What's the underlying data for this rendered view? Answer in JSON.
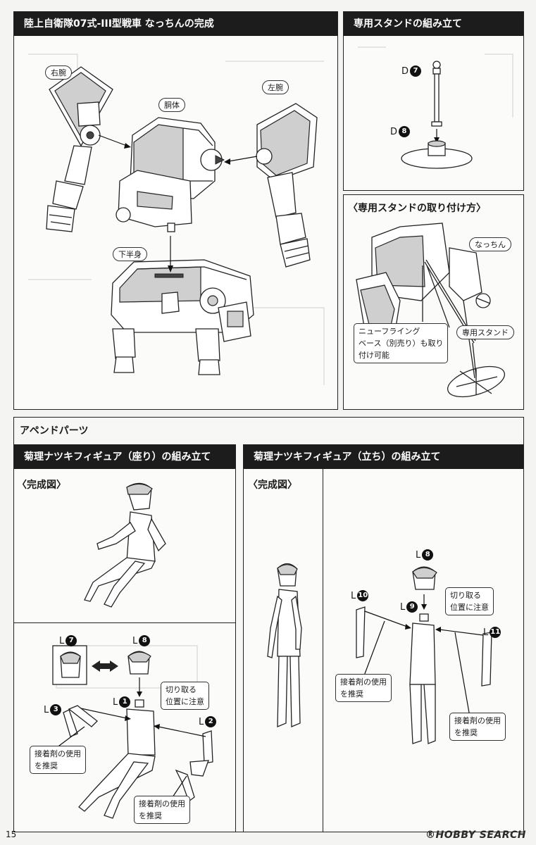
{
  "panels": {
    "completion": {
      "title": "陸上自衛隊07式-III型戦車 なっちんの完成",
      "labels": {
        "right_arm": "右腕",
        "torso": "胴体",
        "left_arm": "左腕",
        "lower_body": "下半身"
      }
    },
    "stand_assembly": {
      "title": "専用スタンドの組み立て",
      "parts": [
        {
          "letter": "D",
          "num": "7"
        },
        {
          "letter": "D",
          "num": "8"
        }
      ]
    },
    "stand_attach": {
      "title": "〈専用スタンドの取り付け方〉",
      "label_nacchin": "なっちん",
      "label_stand": "専用スタンド",
      "note": "ニューフライング\nベース（別売り）も取り\n付け可能"
    },
    "append": {
      "title": "アペンドパーツ",
      "seated": {
        "title": "菊理ナツキフィギュア（座り）の組み立て",
        "completed": "〈完成図〉",
        "parts": [
          {
            "letter": "L",
            "num": "7"
          },
          {
            "letter": "L",
            "num": "8"
          },
          {
            "letter": "L",
            "num": "1"
          },
          {
            "letter": "L",
            "num": "3"
          },
          {
            "letter": "L",
            "num": "2"
          }
        ],
        "cut_note": "切り取る\n位置に注意",
        "glue_left": "接着剤の使用\nを推奨",
        "glue_right": "接着剤の使用\nを推奨"
      },
      "standing": {
        "title": "菊理ナツキフィギュア（立ち）の組み立て",
        "completed": "〈完成図〉",
        "parts": [
          {
            "letter": "L",
            "num": "8"
          },
          {
            "letter": "L",
            "num": "10"
          },
          {
            "letter": "L",
            "num": "9"
          },
          {
            "letter": "L",
            "num": "11"
          }
        ],
        "cut_note": "切り取る\n位置に注意",
        "glue_left": "接着剤の使用\nを推奨",
        "glue_right": "接着剤の使用\nを推奨"
      }
    }
  },
  "footer": {
    "page_number": "15",
    "logo": "HOBBY SEARCH",
    "logo_mark": "®"
  }
}
